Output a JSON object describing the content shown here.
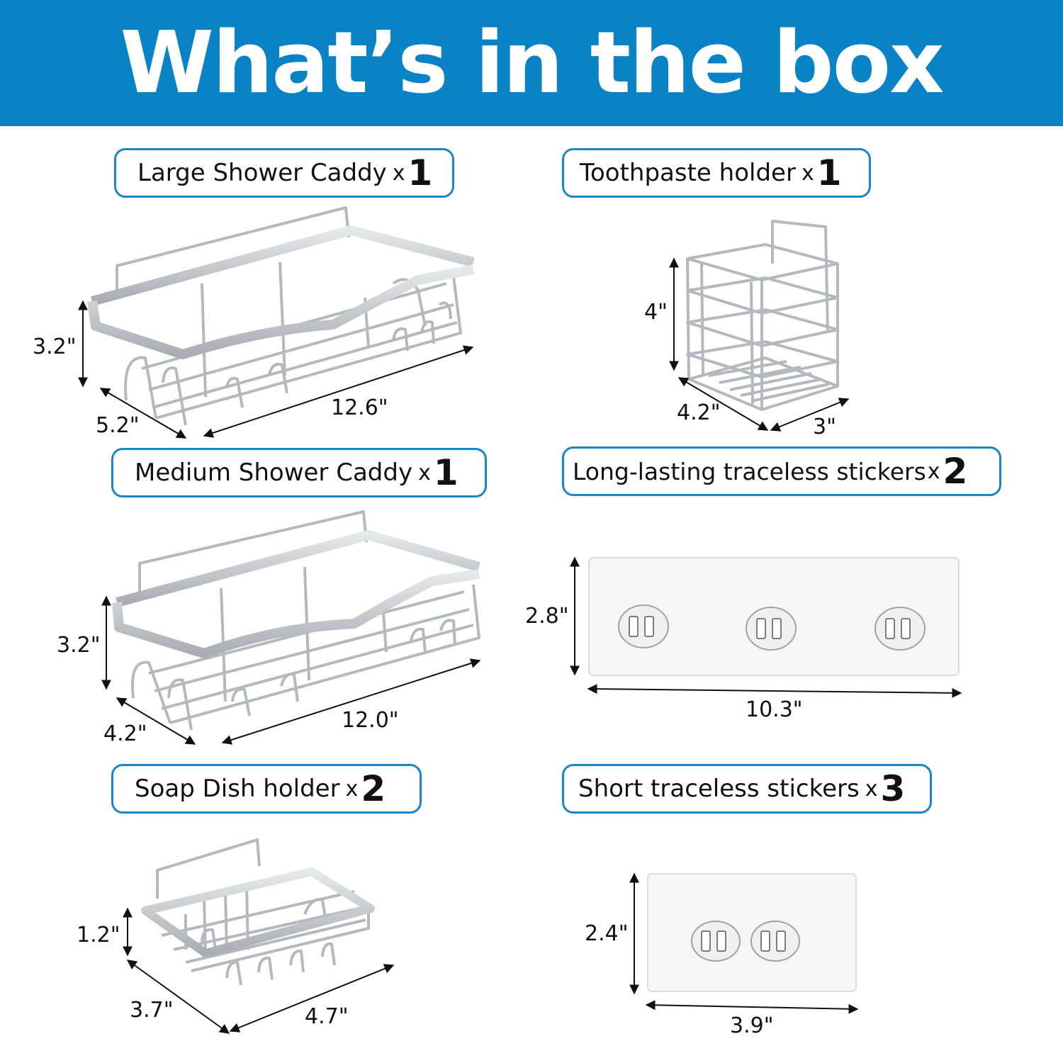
{
  "title": "What’s in the box",
  "items": [
    {
      "name": "Large Shower Caddy",
      "x": "x",
      "qty": "1",
      "dims": [
        "3.2\"",
        "5.2\"",
        "12.6\""
      ]
    },
    {
      "name": "Toothpaste holder",
      "x": "x",
      "qty": "1",
      "dims": [
        "4\"",
        "4.2\"",
        "3\""
      ]
    },
    {
      "name": "Medium Shower Caddy",
      "x": "x",
      "qty": "1",
      "dims": [
        "3.2\"",
        "4.2\"",
        "12.0\""
      ]
    },
    {
      "name": "Long-lasting traceless stickers",
      "x": "x",
      "qty": "2",
      "dims": [
        "2.8\"",
        "10.3\""
      ]
    },
    {
      "name": "Soap Dish holder",
      "x": "x",
      "qty": "2",
      "dims": [
        "1.2\"",
        "3.7\"",
        "4.7\""
      ]
    },
    {
      "name": "Short traceless stickers",
      "x": "x",
      "qty": "3",
      "dims": [
        "2.4\"",
        "3.9\""
      ]
    }
  ],
  "colors": {
    "banner": "#0a83c6",
    "border": "#1a86c8",
    "metal": "#b5b9bd"
  }
}
